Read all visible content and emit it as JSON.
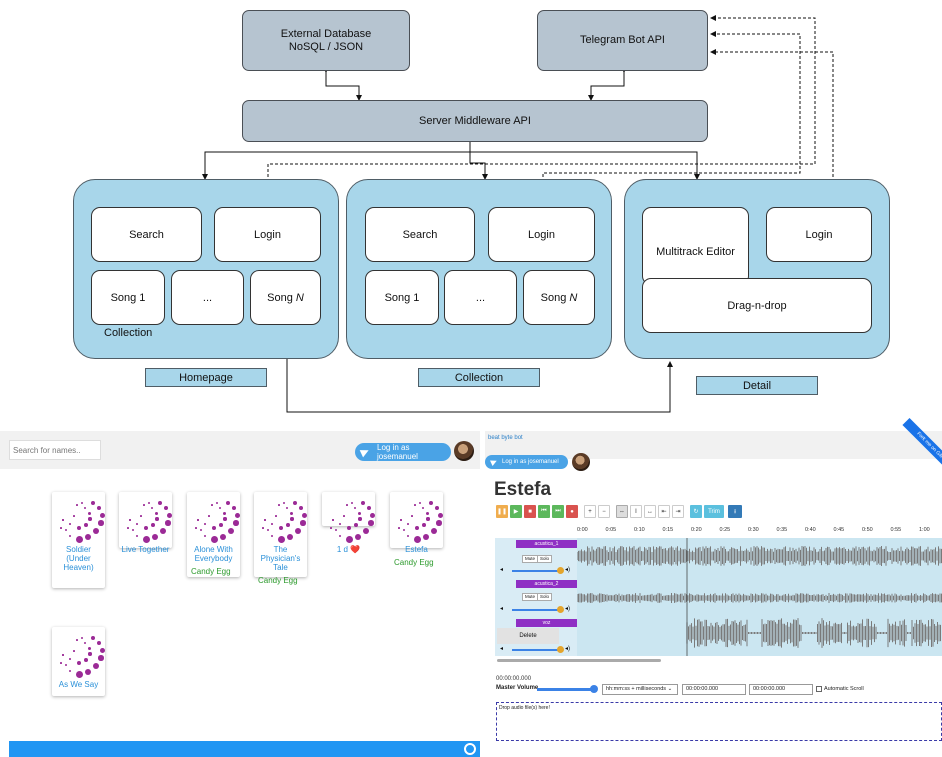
{
  "diagram": {
    "external_db": "External Database\nNoSQL / JSON",
    "telegram_api": "Telegram Bot API",
    "middleware": "Server Middleware API",
    "homepage": {
      "search": "Search",
      "login": "Login",
      "song1": "Song 1",
      "ellipsis": "...",
      "songN_prefix": "Song ",
      "songN_var": "N",
      "inner_label": "Collection",
      "caption": "Homepage"
    },
    "collection": {
      "search": "Search",
      "login": "Login",
      "song1": "Song 1",
      "ellipsis": "...",
      "songN_prefix": "Song ",
      "songN_var": "N",
      "caption": "Collection"
    },
    "detail": {
      "multitrack": "Multitrack Editor",
      "login": "Login",
      "dragndrop": "Drag-n-drop",
      "caption": "Detail"
    }
  },
  "homepage_screenshot": {
    "search_placeholder": "Search for names..",
    "login_button": "Log in as josemanuel",
    "cards": [
      {
        "title": "Soldier (Under Heaven)",
        "artist": ""
      },
      {
        "title": "Live Together",
        "artist": ""
      },
      {
        "title": "Alone With Everybody",
        "artist": "Candy Egg"
      },
      {
        "title": "The Physician's Tale",
        "artist": "Candy Egg"
      },
      {
        "title": "1 d ❤️",
        "artist": ""
      },
      {
        "title": "Estefa",
        "artist": "Candy Egg"
      },
      {
        "title": "As We Say",
        "artist": ""
      }
    ]
  },
  "detail_screenshot": {
    "top_link": "beat byte bot",
    "login_button": "Log in as josemanuel",
    "ribbon": "Fork me on GitHub",
    "song_title": "Estefa",
    "toolbar_trim": "Trim",
    "ruler": [
      "0:00",
      "0:05",
      "0:10",
      "0:15",
      "0:20",
      "0:25",
      "0:30",
      "0:35",
      "0:40",
      "0:45",
      "0:50",
      "0:55",
      "1:00"
    ],
    "tracks": [
      {
        "name": "acustica_1",
        "mute": "Mute",
        "solo": "Solo"
      },
      {
        "name": "acustica_2",
        "mute": "Mute",
        "solo": "Solo"
      },
      {
        "name": "voz",
        "mute": "",
        "solo": ""
      }
    ],
    "delete_label": "Delete",
    "current_time": "00:00:00.000",
    "master_volume": "Master Volume",
    "time_format": "hh:mm:ss + milliseconds",
    "time_start": "00:00:00.000",
    "time_end": "00:00:00.000",
    "auto_scroll": "Automatic Scroll",
    "drop_text": "Drop audio file(s) here!"
  }
}
